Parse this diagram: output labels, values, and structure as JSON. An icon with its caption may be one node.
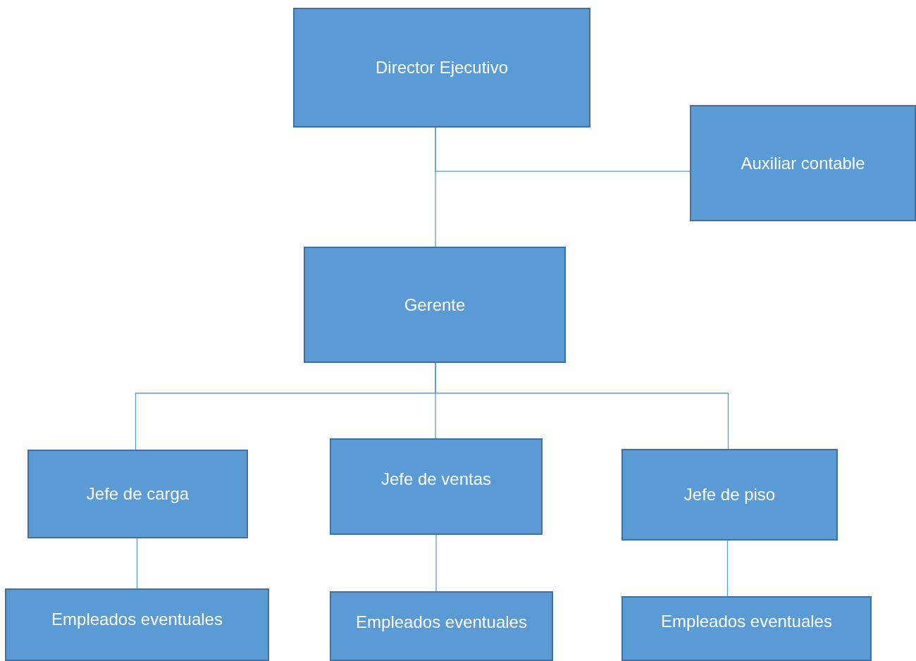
{
  "diagram": {
    "nodes": [
      {
        "text": [
          "Director Ejecutivo"
        ]
      },
      {
        "text": [
          "Auxiliar contable"
        ]
      },
      {
        "text": [
          "Gerente"
        ]
      },
      {
        "text": [
          "Jefe de carga"
        ]
      },
      {
        "text": [
          "Jefe de ventas"
        ]
      },
      {
        "text": [
          "Jefe de piso"
        ]
      },
      {
        "text": [
          "Empleados eventuales"
        ]
      },
      {
        "text": [
          "Empleados eventuales"
        ]
      },
      {
        "text": [
          "Empleados eventuales"
        ]
      }
    ],
    "edges": [
      {
        "from": 0,
        "to": 2,
        "arrow": "none"
      },
      {
        "from": 0,
        "to": 1,
        "arrow": "none"
      },
      {
        "from": 2,
        "to": 3,
        "arrow": "none"
      },
      {
        "from": 2,
        "to": 4,
        "arrow": "none"
      },
      {
        "from": 2,
        "to": 5,
        "arrow": "none"
      },
      {
        "from": 3,
        "to": 6,
        "arrow": "none"
      },
      {
        "from": 4,
        "to": 7,
        "arrow": "none"
      },
      {
        "from": 5,
        "to": 8,
        "arrow": "none"
      }
    ]
  }
}
